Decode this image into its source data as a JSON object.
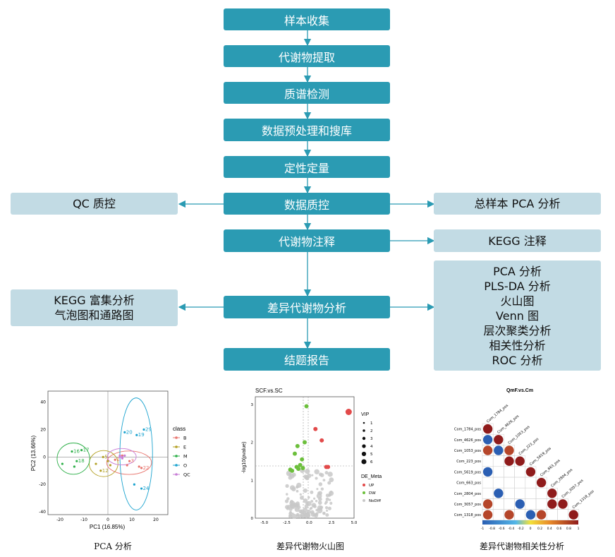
{
  "flow": {
    "steps": [
      "样本收集",
      "代谢物提取",
      "质谱检测",
      "数据预处理和搜库",
      "定性定量",
      "数据质控",
      "代谢物注释",
      "差异代谢物分析",
      "结题报告"
    ],
    "left": {
      "qc": "QC 质控",
      "kegg_enrich": [
        "KEGG 富集分析",
        "气泡图和通路图"
      ]
    },
    "right": {
      "pca_all": "总样本 PCA 分析",
      "kegg_annot": "KEGG 注释",
      "diff_methods": [
        "PCA 分析",
        "PLS-DA 分析",
        "火山图",
        "Venn 图",
        "层次聚类分析",
        "相关性分析",
        "ROC 分析"
      ]
    }
  },
  "captions": [
    "PCA 分析",
    "差异代谢物火山图",
    "差异代谢物相关性分析"
  ],
  "colors": {
    "main_box": "#2b9bb3",
    "side_box": "#c2dbe4",
    "arrow": "#2b9bb3"
  },
  "chart_data": [
    {
      "type": "scatter",
      "xlabel": "PC1 (16.85%)",
      "ylabel": "PC2 (13.66%)",
      "xlim": [
        -25,
        25
      ],
      "ylim": [
        -42,
        48
      ],
      "xticks": [
        "-20",
        "-10",
        "0",
        "10",
        "20"
      ],
      "yticks": [
        "40",
        "20",
        "0",
        "-20",
        "-40"
      ],
      "legend_title": "class",
      "legend_position": "right",
      "series": [
        {
          "name": "B",
          "color": "#e8766f",
          "points": [
            [
              3,
              -2
            ],
            [
              6,
              1
            ],
            [
              9,
              -3
            ],
            [
              13,
              -7
            ],
            [
              14,
              -8
            ],
            [
              8,
              -6
            ]
          ],
          "labels": [
            "1",
            "",
            "3",
            "",
            "22",
            ""
          ]
        },
        {
          "name": "E",
          "color": "#b4a126",
          "points": [
            [
              -2,
              0
            ],
            [
              0,
              -3
            ],
            [
              -3,
              -10
            ],
            [
              1,
              -6
            ],
            [
              -5,
              -5
            ]
          ],
          "labels": [
            "5",
            "",
            "12",
            "",
            ""
          ]
        },
        {
          "name": "M",
          "color": "#2fb04a",
          "points": [
            [
              -15,
              4
            ],
            [
              -11,
              5
            ],
            [
              -13,
              -3
            ],
            [
              -19,
              -5
            ],
            [
              -14,
              -7
            ]
          ],
          "labels": [
            "16",
            "17",
            "18",
            "",
            ""
          ]
        },
        {
          "name": "O",
          "color": "#1ba3cf",
          "points": [
            [
              7,
              18
            ],
            [
              12,
              16
            ],
            [
              15,
              20
            ],
            [
              14,
              -23
            ],
            [
              11,
              -20
            ]
          ],
          "labels": [
            "20",
            "19",
            "29",
            "24",
            ""
          ]
        },
        {
          "name": "QC",
          "color": "#c77dd6",
          "points": [
            [
              5,
              0
            ],
            [
              6,
              -1
            ],
            [
              7,
              1
            ],
            [
              5,
              1
            ],
            [
              6,
              0
            ]
          ],
          "labels": [
            "",
            "",
            "",
            "",
            ""
          ]
        }
      ],
      "legend_entries": [
        "B",
        "E",
        "M",
        "O",
        "QC"
      ]
    },
    {
      "type": "scatter",
      "title": "SCF.vs.SC",
      "ylabel": "-log10(pvalue)",
      "xlim": [
        -6,
        5
      ],
      "xticks": [
        "-5.0",
        "-2.5",
        "0.0",
        "2.5",
        "5.0"
      ],
      "yticks": [
        "3",
        "2",
        "1",
        "0"
      ],
      "legend_vip_title": "VIP",
      "legend_vip": [
        "1",
        "2",
        "3",
        "4",
        "5",
        "6"
      ],
      "legend_de_title": "DE_Meta",
      "legend_de": [
        "UP",
        "DW",
        "NoDiff"
      ],
      "colors": {
        "UP": "#e24a4a",
        "DW": "#6cbf3c",
        "NoDiff": "#c8c8c8"
      }
    },
    {
      "type": "heatmap",
      "title": "QmF.vs.Cm",
      "rows": [
        "Com_1784_pos",
        "Com_4626_pos",
        "Com_1053_pos",
        "Com_223_pos",
        "Com_5619_pos",
        "Com_663_pos",
        "Com_2804_pos",
        "Com_3057_pos",
        "Com_1318_pos"
      ],
      "colorbar_ticks": [
        "-1",
        "-0.8",
        "-0.6",
        "-0.4",
        "-0.2",
        "0",
        "0.2",
        "0.4",
        "0.6",
        "0.8",
        "1"
      ],
      "colors": {
        "neg": "#2b5fb3",
        "pos": "#8f1b1b",
        "mid": "#f3e13a"
      }
    }
  ]
}
